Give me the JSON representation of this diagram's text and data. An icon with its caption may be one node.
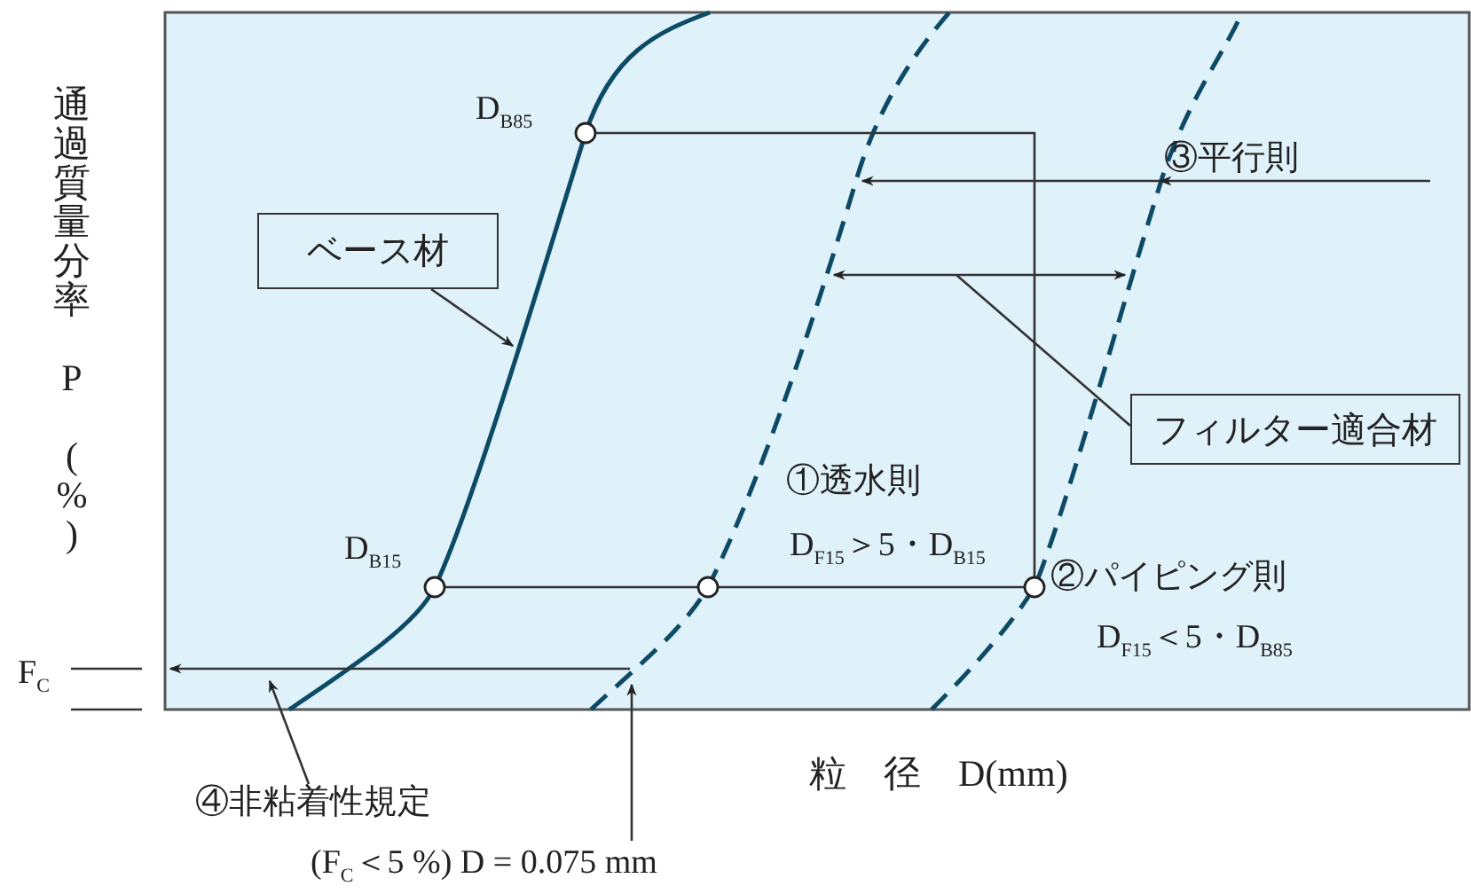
{
  "diagram": {
    "nodes": [
      {
        "text": [
          "ベース材"
        ]
      },
      {
        "text": [
          "フィルター適合材"
        ]
      },
      {
        "text": [
          "③平行則"
        ]
      },
      {
        "text": [
          "④非粘着性規定"
        ]
      },
      {
        "text": [
          "(F$_{C}$＜5 %) D = 0.075 mm"
        ]
      },
      {
        "text": [],
        "shape": "circle",
        "beside": [
          "D$_{B85}$"
        ]
      },
      {
        "text": [],
        "shape": "circle",
        "beside": [
          "D$_{B15}$"
        ]
      },
      {
        "text": [],
        "shape": "circle"
      },
      {
        "text": [],
        "shape": "circle",
        "beside": [
          "②パイピング則",
          "D$_{F15}$＜5・D$_{B85}$"
        ]
      },
      {
        "text": [],
        "shape": "arrow"
      }
    ],
    "edges": [
      {
        "from": 0,
        "to": null,
        "arrow": "to"
      },
      {
        "from": 1,
        "to": 9,
        "arrow": "none"
      },
      {
        "from": 2,
        "to": null,
        "arrow": "to"
      },
      {
        "from": 3,
        "to": null,
        "arrow": "to"
      },
      {
        "from": 4,
        "to": null,
        "arrow": "to"
      },
      {
        "from": 5,
        "to": 8,
        "arrow": "none"
      },
      {
        "from": 6,
        "to": 7,
        "arrow": "none"
      },
      {
        "from": 7,
        "to": 8,
        "arrow": "none"
      }
    ],
    "labels": [
      "通過質量分率　P　(%)",
      "①透水則",
      "D$_{F15}$＞5・D$_{B15}$",
      "F$_{C}$",
      "粒　径　D(mm)"
    ]
  }
}
